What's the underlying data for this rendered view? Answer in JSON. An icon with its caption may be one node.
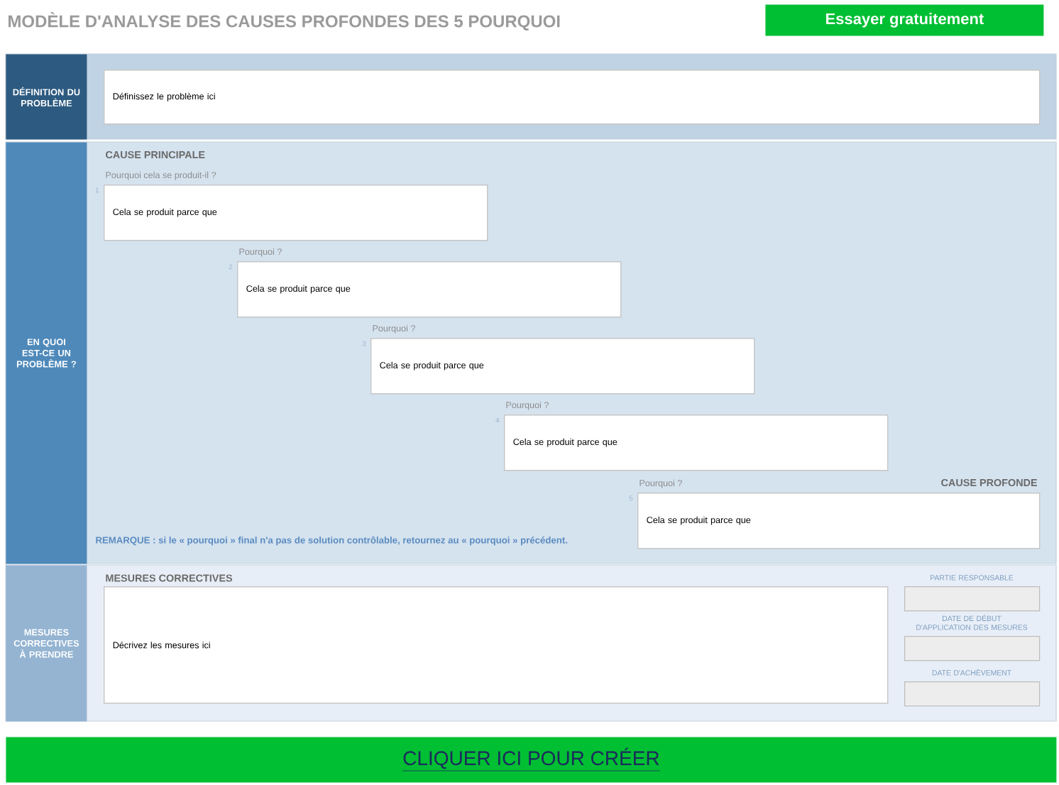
{
  "diagram": {
    "title": "MODÈLE D'ANALYSE DES CAUSES PROFONDES DES 5 POURQUOI",
    "nodes": [
      {
        "text": [
          "DÉFINITION DU PROBLÈME"
        ]
      },
      {
        "text": [
          "Définissez le problème ici"
        ]
      },
      {
        "text": [
          "EN QUOI EST-CE UN PROBLÈME ?"
        ]
      },
      {
        "text": [
          "Pourquoi cela se produit-il ?",
          "Cela se produit parce que"
        ],
        "beside": [
          "1"
        ]
      },
      {
        "text": [
          "Pourquoi ?",
          "Cela se produit parce que"
        ],
        "beside": [
          "2"
        ]
      },
      {
        "text": [
          "Pourquoi ?",
          "Cela se produit parce que"
        ],
        "beside": [
          "3"
        ]
      },
      {
        "text": [
          "Pourquoi ?",
          "Cela se produit parce que"
        ],
        "beside": [
          "4"
        ]
      },
      {
        "text": [
          "Pourquoi ?",
          "Cela se produit parce que"
        ],
        "beside": [
          "5"
        ]
      },
      {
        "text": [
          "MESURES CORRECTIVES À PRENDRE"
        ]
      },
      {
        "text": [
          "MESURES CORRECTIVES",
          "Décrivez les mesures ici"
        ]
      },
      {
        "text": [
          "PARTIE RESPONSABLE"
        ]
      },
      {
        "text": [
          "DATE DE DÉBUT D'APPLICATION DES MESURES"
        ]
      },
      {
        "text": [
          "DATE D'ACHÈVEMENT"
        ]
      },
      {
        "text": [
          "Essayer gratuitement"
        ]
      },
      {
        "text": [
          "CLIQUER ICI POUR CRÉER"
        ]
      }
    ],
    "labels": [
      "CAUSE PRINCIPALE",
      "CAUSE PROFONDE",
      "REMARQUE : si le « pourquoi » final n'a pas de solution contrôlable, retournez au « pourquoi » précédent."
    ]
  }
}
